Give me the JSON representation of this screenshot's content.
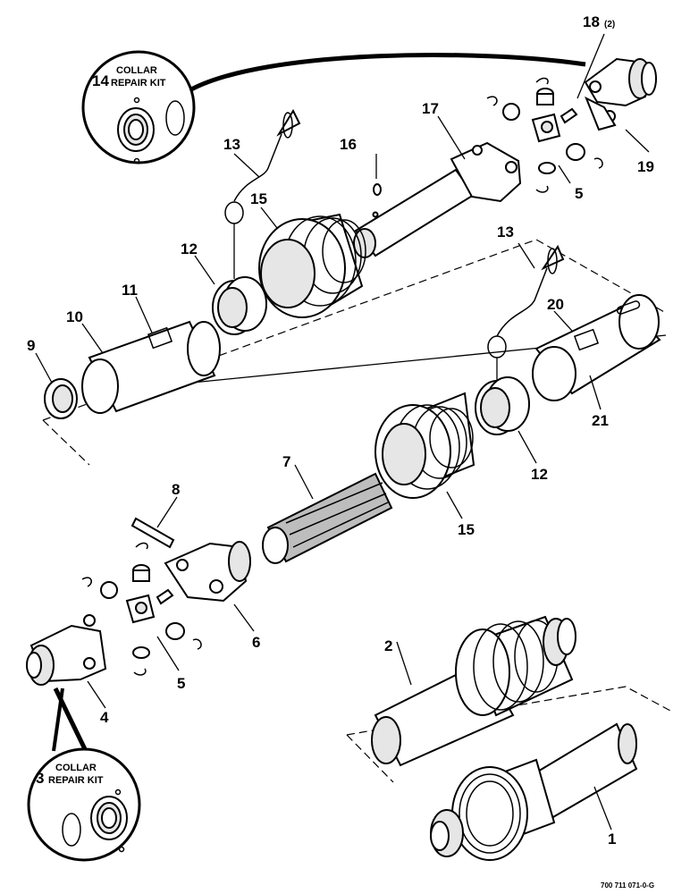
{
  "callouts": {
    "c1": "1",
    "c2": "2",
    "c4": "4",
    "c5a": "5",
    "c5b": "5",
    "c6": "6",
    "c7": "7",
    "c8": "8",
    "c9": "9",
    "c10": "10",
    "c11": "11",
    "c12a": "12",
    "c12b": "12",
    "c13a": "13",
    "c13b": "13",
    "c15a": "15",
    "c15b": "15",
    "c16": "16",
    "c17": "17",
    "c18": "18",
    "c18qty": "(2)",
    "c19": "19",
    "c20": "20",
    "c21": "21"
  },
  "kits": {
    "top": {
      "number": "14",
      "line1": "COLLAR",
      "line2": "REPAIR KIT"
    },
    "bottom": {
      "number": "3",
      "line1": "COLLAR",
      "line2": "REPAIR KIT"
    }
  },
  "figure_ref": "700 711 071-0-G",
  "colors": {
    "ink": "#000000",
    "paper": "#ffffff",
    "shade": "#bdbdbd"
  }
}
